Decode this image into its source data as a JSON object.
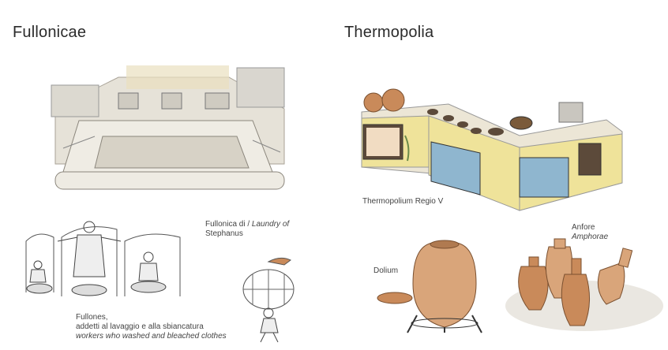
{
  "left": {
    "title": "Fullonicae",
    "caption_laundry_it": "Fullonica di / ",
    "caption_laundry_en": "Laundry of",
    "caption_laundry_name": "Stephanus",
    "caption_fullones_1": "Fullones,",
    "caption_fullones_2": "addetti al lavaggio e alla sbiancatura",
    "caption_fullones_3": "workers who washed and bleached clothes"
  },
  "right": {
    "title": "Thermopolia",
    "caption_thermopolium": "Thermopolium Regio V",
    "caption_dolium": "Dolium",
    "caption_anfore_it": "Anfore",
    "caption_anfore_en": "Amphorae"
  },
  "colors": {
    "stone": "#e9e5dc",
    "terracotta": "#c98a5a",
    "yellow_wall": "#efe39a",
    "blue_panel": "#8fb6cf"
  }
}
